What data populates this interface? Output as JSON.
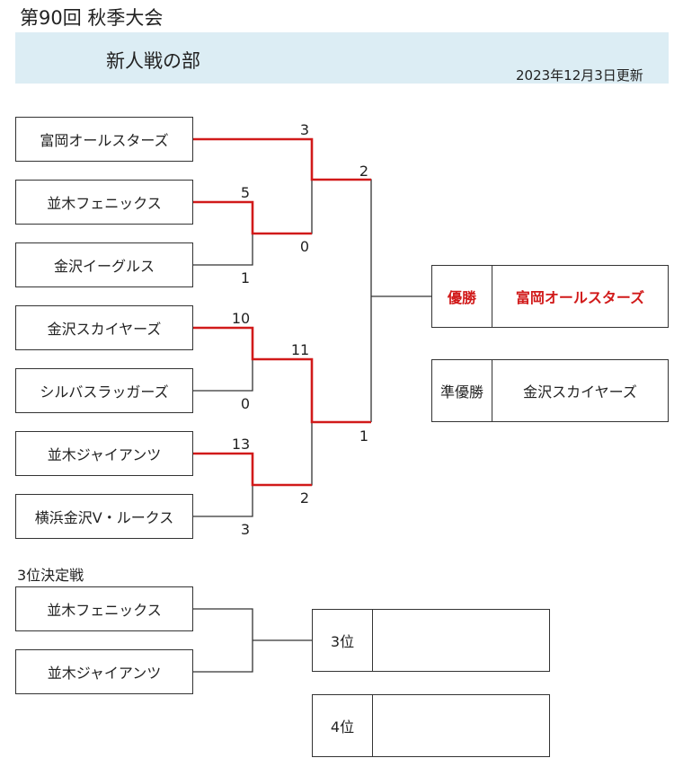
{
  "header": {
    "title": "第90回 秋季大会",
    "division": "新人戦の部",
    "updated": "2023年12月3日更新"
  },
  "bracket": {
    "teams": [
      "富岡オールスターズ",
      "並木フェニックス",
      "金沢イーグルス",
      "金沢スカイヤーズ",
      "シルバスラッガーズ",
      "並木ジャイアンツ",
      "横浜金沢V・ルークス"
    ],
    "scores": {
      "r1_m1_top": "5",
      "r1_m1_bottom": "1",
      "r1_m2_top": "10",
      "r1_m2_bottom": "0",
      "r1_m3_top": "13",
      "r1_m3_bottom": "3",
      "r2_m1_top": "3",
      "r2_m1_bottom": "0",
      "r2_m2_top": "11",
      "r2_m2_bottom": "2",
      "final_top": "2",
      "final_bottom": "1"
    }
  },
  "results": {
    "champion_label": "優勝",
    "champion": "富岡オールスターズ",
    "runnerup_label": "準優勝",
    "runnerup": "金沢スカイヤーズ"
  },
  "third_place": {
    "title": "3位決定戦",
    "teams": [
      "並木フェニックス",
      "並木ジャイアンツ"
    ],
    "third_label": "3位",
    "third": "",
    "fourth_label": "4位",
    "fourth": ""
  },
  "colors": {
    "winner_line": "#d11a1a",
    "line": "#333333",
    "banner": "#dcedf4"
  }
}
